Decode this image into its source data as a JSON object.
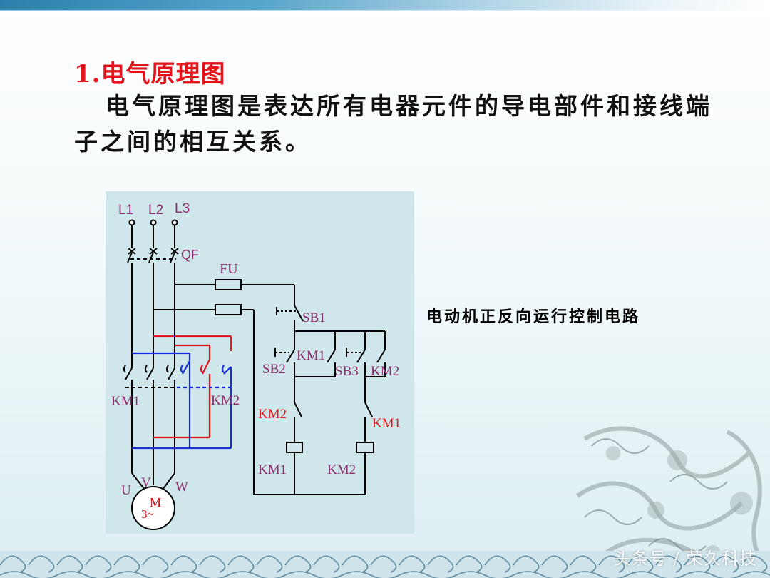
{
  "slide": {
    "heading": "1.电气原理图",
    "paragraph": "电气原理图是表达所有电器元件的导电部件和接线端子之间的相互关系。",
    "caption": "电动机正反向运行控制电路",
    "watermark": "头条号 / 荣久科技"
  },
  "diagram": {
    "labels": {
      "l1": "L1",
      "l2": "L2",
      "l3": "L3",
      "qf": "QF",
      "fu": "FU",
      "sb1": "SB1",
      "sb2": "SB2",
      "sb3": "SB3",
      "km1_holding": "KM1",
      "km2_holding": "KM2",
      "km1_main": "KM1",
      "km2_main": "KM2",
      "km2_interlock": "KM2",
      "km1_interlock": "KM1",
      "km1_coil": "KM1",
      "km2_coil": "KM2",
      "u": "U",
      "v": "V",
      "w": "W",
      "motor_m": "M",
      "motor_phase": "3~"
    },
    "colors": {
      "wire": "#000000",
      "forward_wire": "#1a2ed6",
      "reverse_wire": "#e3141b",
      "label": "#8a2a6a",
      "interlock_label": "#e3141b",
      "background": "#cfe7ea"
    }
  },
  "theme": {
    "heading_color": "#e3141b",
    "text_color": "#111111"
  }
}
